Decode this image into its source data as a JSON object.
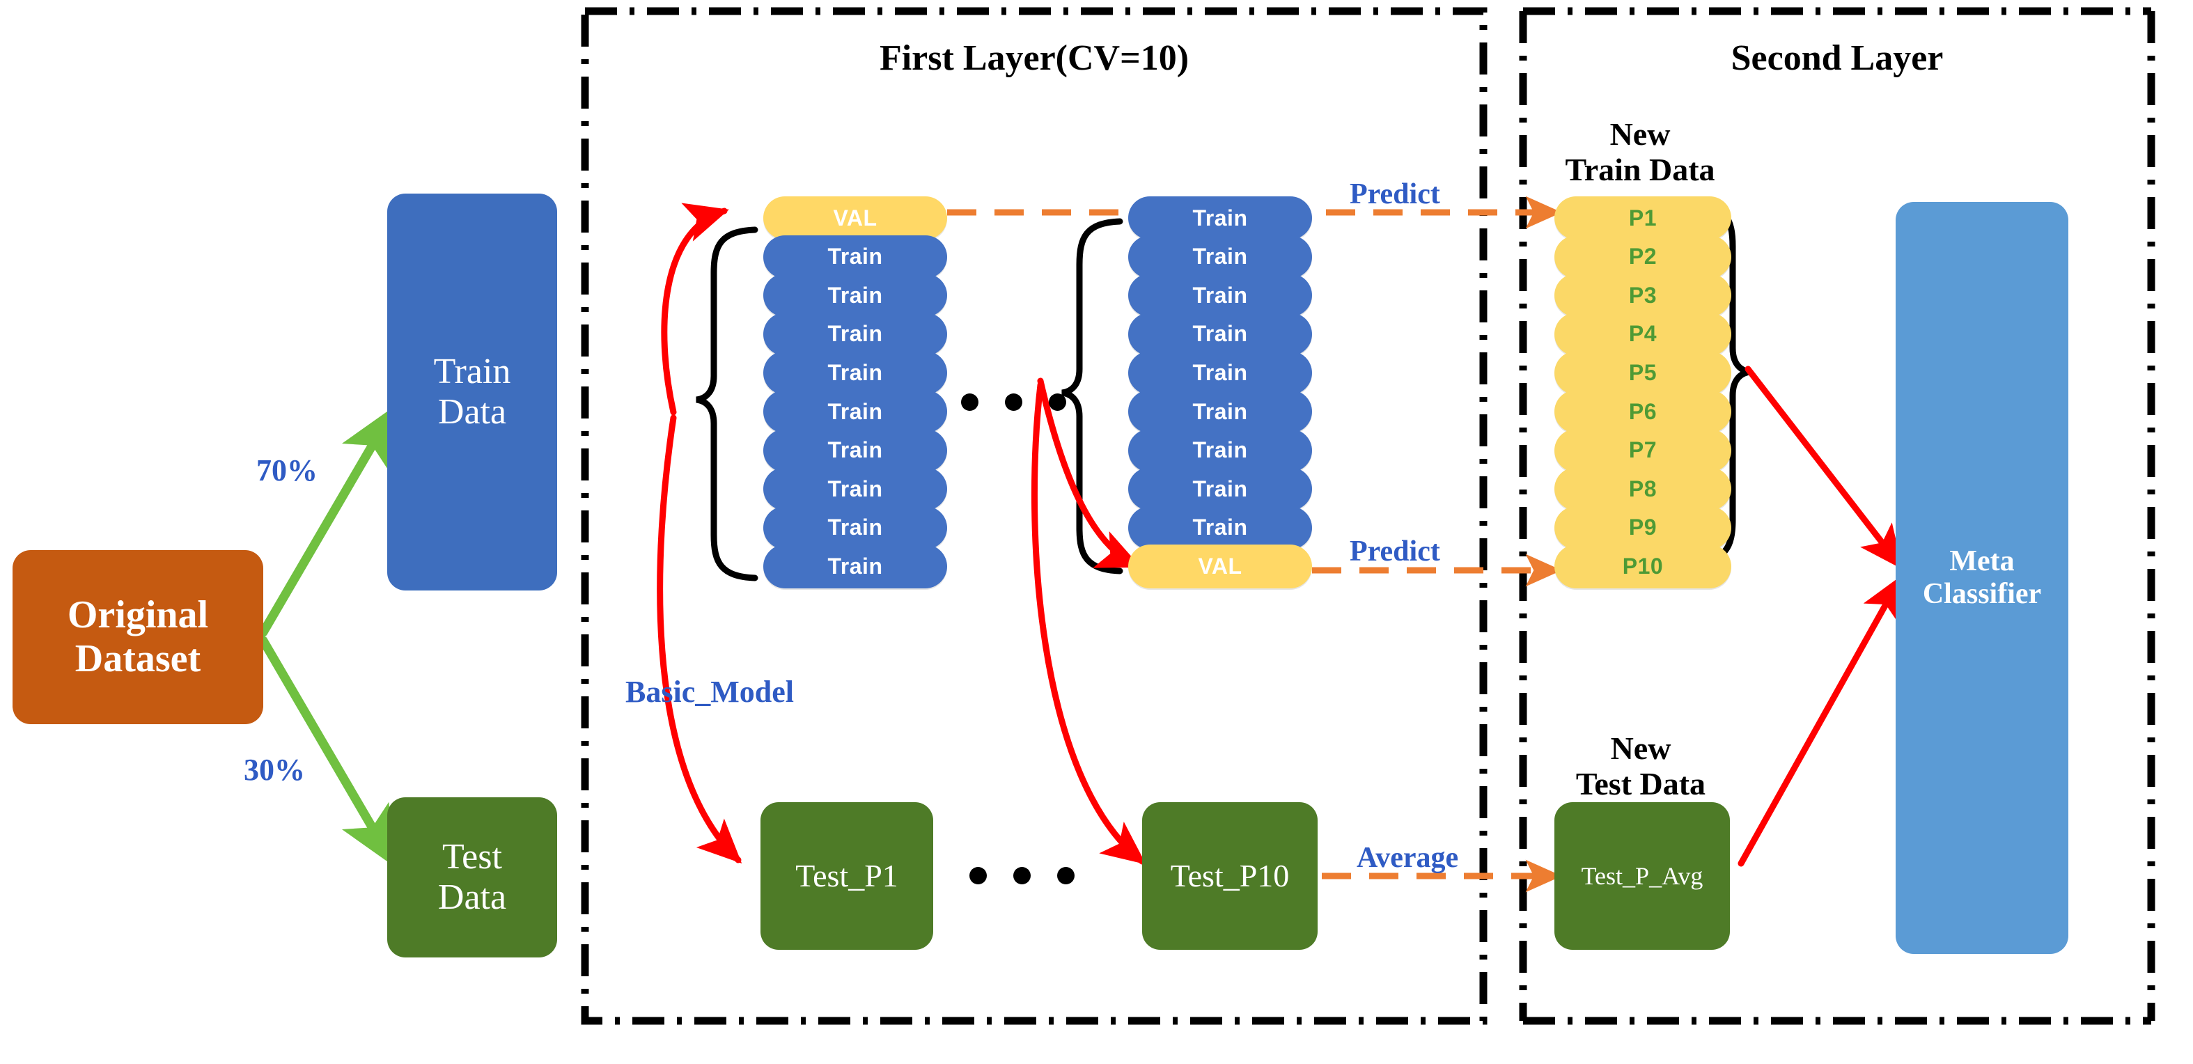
{
  "panels": {
    "first_layer": {
      "title": "First Layer(CV=10)"
    },
    "second_layer": {
      "title": "Second Layer"
    }
  },
  "source": {
    "original_dataset": "Original\nDataset",
    "split_labels": {
      "train_pct": "70%",
      "test_pct": "30%"
    },
    "train_data": "Train\nData",
    "test_data": "Test\nData"
  },
  "first_layer": {
    "fold_first": {
      "rows": [
        {
          "label": "VAL",
          "kind": "val"
        },
        {
          "label": "Train",
          "kind": "train"
        },
        {
          "label": "Train",
          "kind": "train"
        },
        {
          "label": "Train",
          "kind": "train"
        },
        {
          "label": "Train",
          "kind": "train"
        },
        {
          "label": "Train",
          "kind": "train"
        },
        {
          "label": "Train",
          "kind": "train"
        },
        {
          "label": "Train",
          "kind": "train"
        },
        {
          "label": "Train",
          "kind": "train"
        },
        {
          "label": "Train",
          "kind": "train"
        }
      ]
    },
    "fold_last": {
      "rows": [
        {
          "label": "Train",
          "kind": "train"
        },
        {
          "label": "Train",
          "kind": "train"
        },
        {
          "label": "Train",
          "kind": "train"
        },
        {
          "label": "Train",
          "kind": "train"
        },
        {
          "label": "Train",
          "kind": "train"
        },
        {
          "label": "Train",
          "kind": "train"
        },
        {
          "label": "Train",
          "kind": "train"
        },
        {
          "label": "Train",
          "kind": "train"
        },
        {
          "label": "Train",
          "kind": "train"
        },
        {
          "label": "VAL",
          "kind": "val"
        }
      ]
    },
    "basic_model_label": "Basic_Model",
    "predict_top_label": "Predict",
    "predict_bottom_label": "Predict",
    "test_pred_first": "Test_P1",
    "test_pred_last": "Test_P10",
    "average_label": "Average"
  },
  "second_layer": {
    "new_train_data_title": "New\nTrain Data",
    "predictions": [
      "P1",
      "P2",
      "P3",
      "P4",
      "P5",
      "P6",
      "P7",
      "P8",
      "P9",
      "P10"
    ],
    "new_test_data_title": "New\nTest Data",
    "test_p_avg": "Test_P_Avg",
    "meta_classifier": "Meta\nClassifier"
  },
  "colors": {
    "orange_box": "#C55A11",
    "blue_box": "#3E6EBE",
    "green_box": "#4E7B27",
    "light_blue_box": "#5B9BD5",
    "train_pill": "#4472C4",
    "val_pill": "#FFD866",
    "pred_pill": "#FBD867",
    "pred_text": "#4E9A35",
    "green_arrow": "#70C040",
    "red_arrow": "#FF0000",
    "orange_dash": "#ED7D31",
    "label_blue": "#2F5BC4",
    "panel_border": "#000000"
  }
}
